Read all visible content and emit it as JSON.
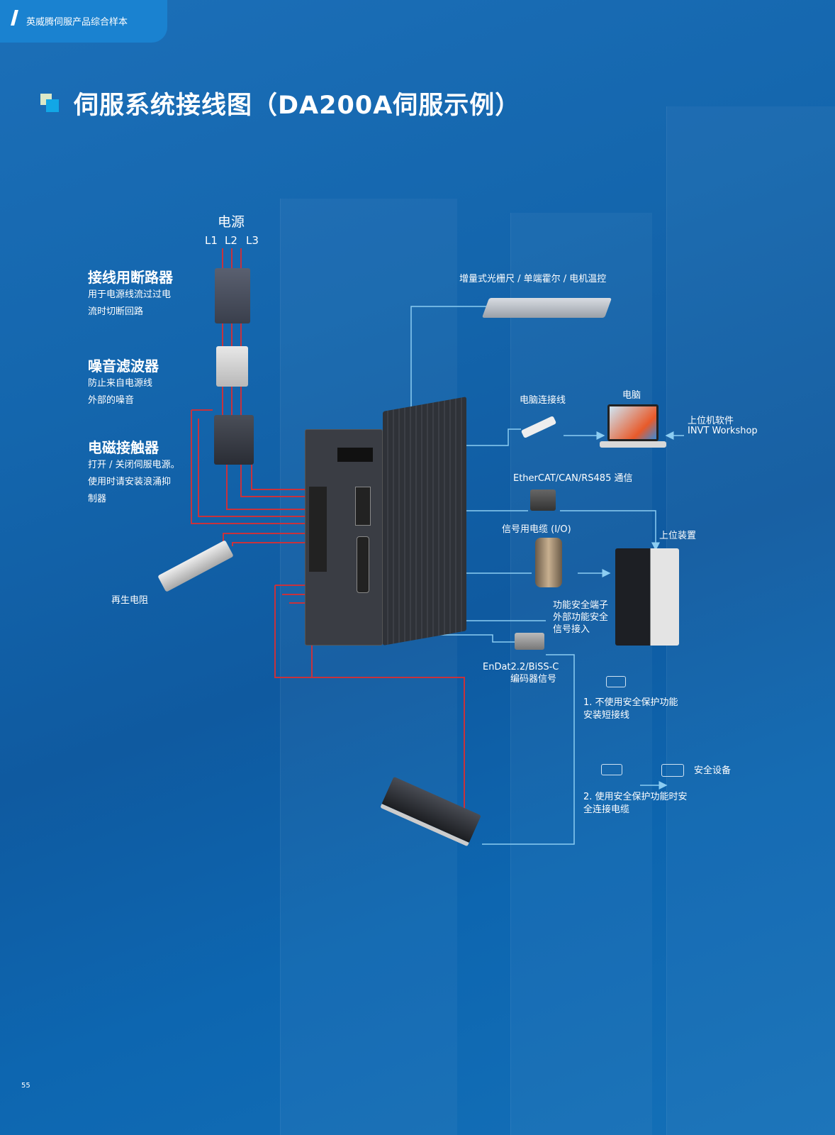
{
  "header": {
    "brochure_title": "英威腾伺服产品综合样本"
  },
  "page_title": "伺服系统接线图（DA200A伺服示例）",
  "power": {
    "label": "电源",
    "phases": [
      "L1",
      "L2",
      "L3"
    ]
  },
  "left_components": [
    {
      "name": "接线用断路器",
      "desc": [
        "用于电源线流过过电",
        "流时切断回路"
      ]
    },
    {
      "name": "噪音滤波器",
      "desc": [
        "防止来自电源线",
        "外部的噪音"
      ]
    },
    {
      "name": "电磁接触器",
      "desc": [
        "打开 / 关闭伺服电源。",
        "使用时请安装浪涌抑",
        "制器"
      ]
    }
  ],
  "regen_resistor": "再生电阻",
  "right_labels": {
    "scale": "增量式光栅尺 / 单端霍尔 / 电机温控",
    "pc_cable": "电脑连接线",
    "pc": "电脑",
    "software": [
      "上位机软件",
      "INVT Workshop"
    ],
    "comm": "EtherCAT/CAN/RS485 通信",
    "io_cable": "信号用电缆 (I/O)",
    "host": "上位装置",
    "safety": [
      "功能安全端子",
      "外部功能安全",
      "信号接入"
    ],
    "encoder": [
      "EnDat2.2/BiSS-C",
      "编码器信号"
    ],
    "option1": [
      "1. 不使用安全保护功能",
      "安装短接线"
    ],
    "safety_device": "安全设备",
    "option2": [
      "2. 使用安全保护功能时安",
      "全连接电缆"
    ]
  },
  "colors": {
    "power_wire": "#c8323c",
    "signal_wire": "#7cc4ee",
    "accent": "#12a7e6"
  },
  "page_number": "55"
}
